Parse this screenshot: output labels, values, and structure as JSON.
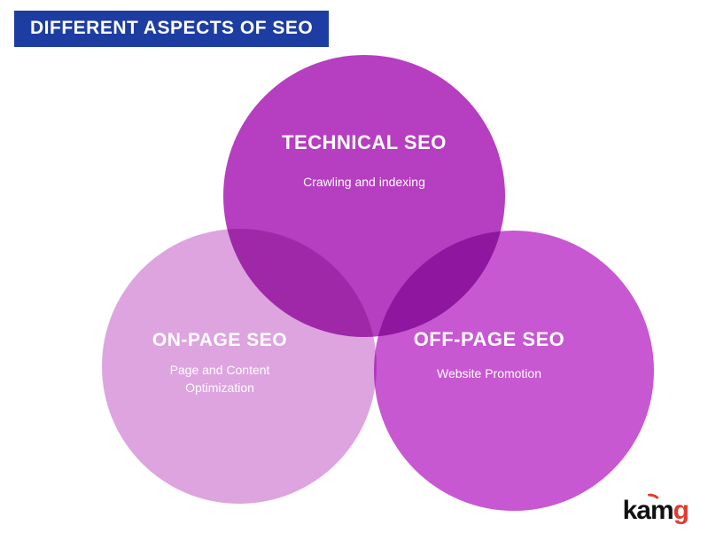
{
  "header": {
    "title": "DIFFERENT ASPECTS OF SEO",
    "bg_color": "#1d3da2",
    "text_color": "#ffffff"
  },
  "diagram": {
    "type": "venn",
    "text_color": "#ffffff",
    "circles": [
      {
        "id": "technical-seo",
        "title": "TECHNICAL SEO",
        "subtitle": "Crawling and indexing",
        "color": "#b63ec0"
      },
      {
        "id": "on-page-seo",
        "title": "ON-PAGE SEO",
        "subtitle": "Page and Content Optimization",
        "color": "#dda4e0"
      },
      {
        "id": "off-page-seo",
        "title": "OFF-PAGE SEO",
        "subtitle": "Website Promotion",
        "color": "#c857d2"
      }
    ]
  },
  "logo": {
    "prefix": "kam",
    "suffix": "g",
    "suffix_color": "#e23b2e"
  }
}
